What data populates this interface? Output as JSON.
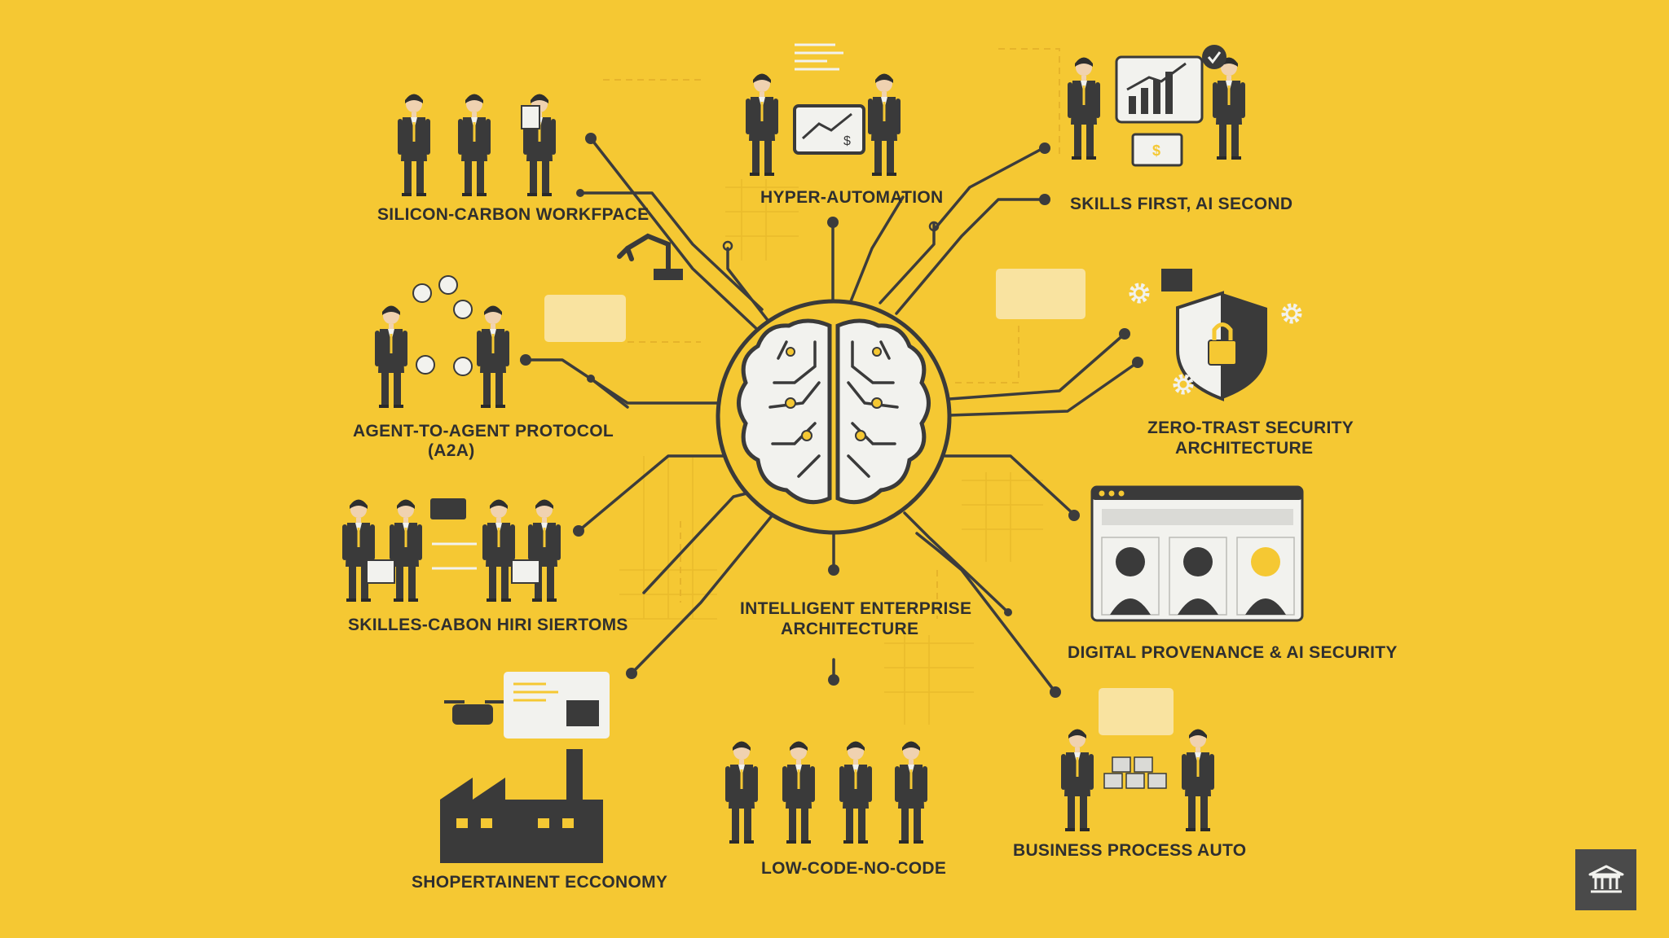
{
  "diagram": {
    "center_node": "brain-circuit-icon",
    "labels": {
      "silicon_carbon": "SILICON-CARBON WORKFPACE",
      "hyper_automation": "HYPER-AUTOMATION",
      "skills_first": "SKILLS FIRST, AI SECOND",
      "a2a_line1": "AGENT-TO-AGENT PROTOCOL",
      "a2a_line2": "(A2A)",
      "zero_trust_line1": "ZERO-TRAST SECURITY",
      "zero_trust_line2": "ARCHITECTURE",
      "skills_hiring": "SKILLES-CABON HIRI SIERTOMS",
      "intelligent_line1": "INTELLIGENT ENTERPRISE",
      "intelligent_line2": "ARCHITECTURE",
      "digital_provenance": "DIGITAL PROVENANCE & AI SECURITY",
      "shopertainment": "SHOPERTAINENT ECCONOMY",
      "low_code": "LOW-CODE-NO-CODE",
      "business_process": "BUSINESS PROCESS AUTO"
    },
    "icons": {
      "tablet": "$",
      "laptop": "$"
    }
  },
  "corner_button": {
    "icon": "museum-icon"
  },
  "colors": {
    "background": "#F5C833",
    "ink": "#2F2F2F",
    "suit": "#3B3B3B",
    "accent": "#F5C833",
    "paper": "#F2F2EE"
  }
}
